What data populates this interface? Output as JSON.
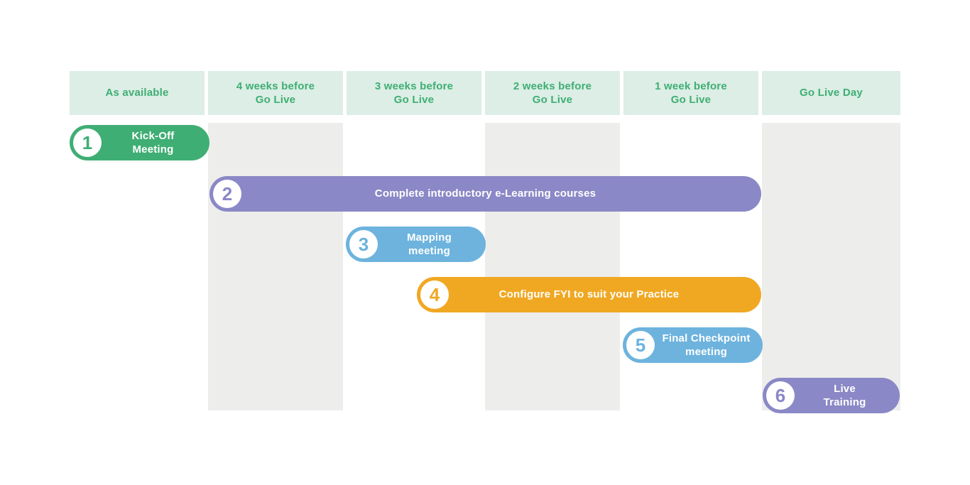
{
  "colors": {
    "green": "#3fae74",
    "header_bg": "#dceee5",
    "purple": "#8a88c6",
    "blue": "#6db3de",
    "orange": "#f0a822",
    "stripe_gray": "#ededeb",
    "bar_text": "#ffffff"
  },
  "columns": [
    {
      "label": "As available"
    },
    {
      "label": "4 weeks before\nGo Live"
    },
    {
      "label": "3 weeks before\nGo Live"
    },
    {
      "label": "2 weeks before\nGo Live"
    },
    {
      "label": "1 week before\nGo Live"
    },
    {
      "label": "Go Live Day"
    }
  ],
  "tasks": [
    {
      "number": "1",
      "label": "Kick-Off\nMeeting",
      "color": "#3fae74",
      "start_column": "As available",
      "end_column": "As available"
    },
    {
      "number": "2",
      "label": "Complete introductory e-Learning courses",
      "color": "#8a88c6",
      "start_column": "4 weeks before Go Live",
      "end_column": "1 week before Go Live"
    },
    {
      "number": "3",
      "label": "Mapping\nmeeting",
      "color": "#6db3de",
      "start_column": "3 weeks before Go Live",
      "end_column": "3 weeks before Go Live"
    },
    {
      "number": "4",
      "label": "Configure FYI to suit your Practice",
      "color": "#f0a822",
      "start_column": "3 weeks before Go Live (mid)",
      "end_column": "1 week before Go Live"
    },
    {
      "number": "5",
      "label": "Final Checkpoint\nmeeting",
      "color": "#6db3de",
      "start_column": "1 week before Go Live",
      "end_column": "1 week before Go Live"
    },
    {
      "number": "6",
      "label": "Live\nTraining",
      "color": "#8a88c6",
      "start_column": "Go Live Day",
      "end_column": "Go Live Day"
    }
  ]
}
